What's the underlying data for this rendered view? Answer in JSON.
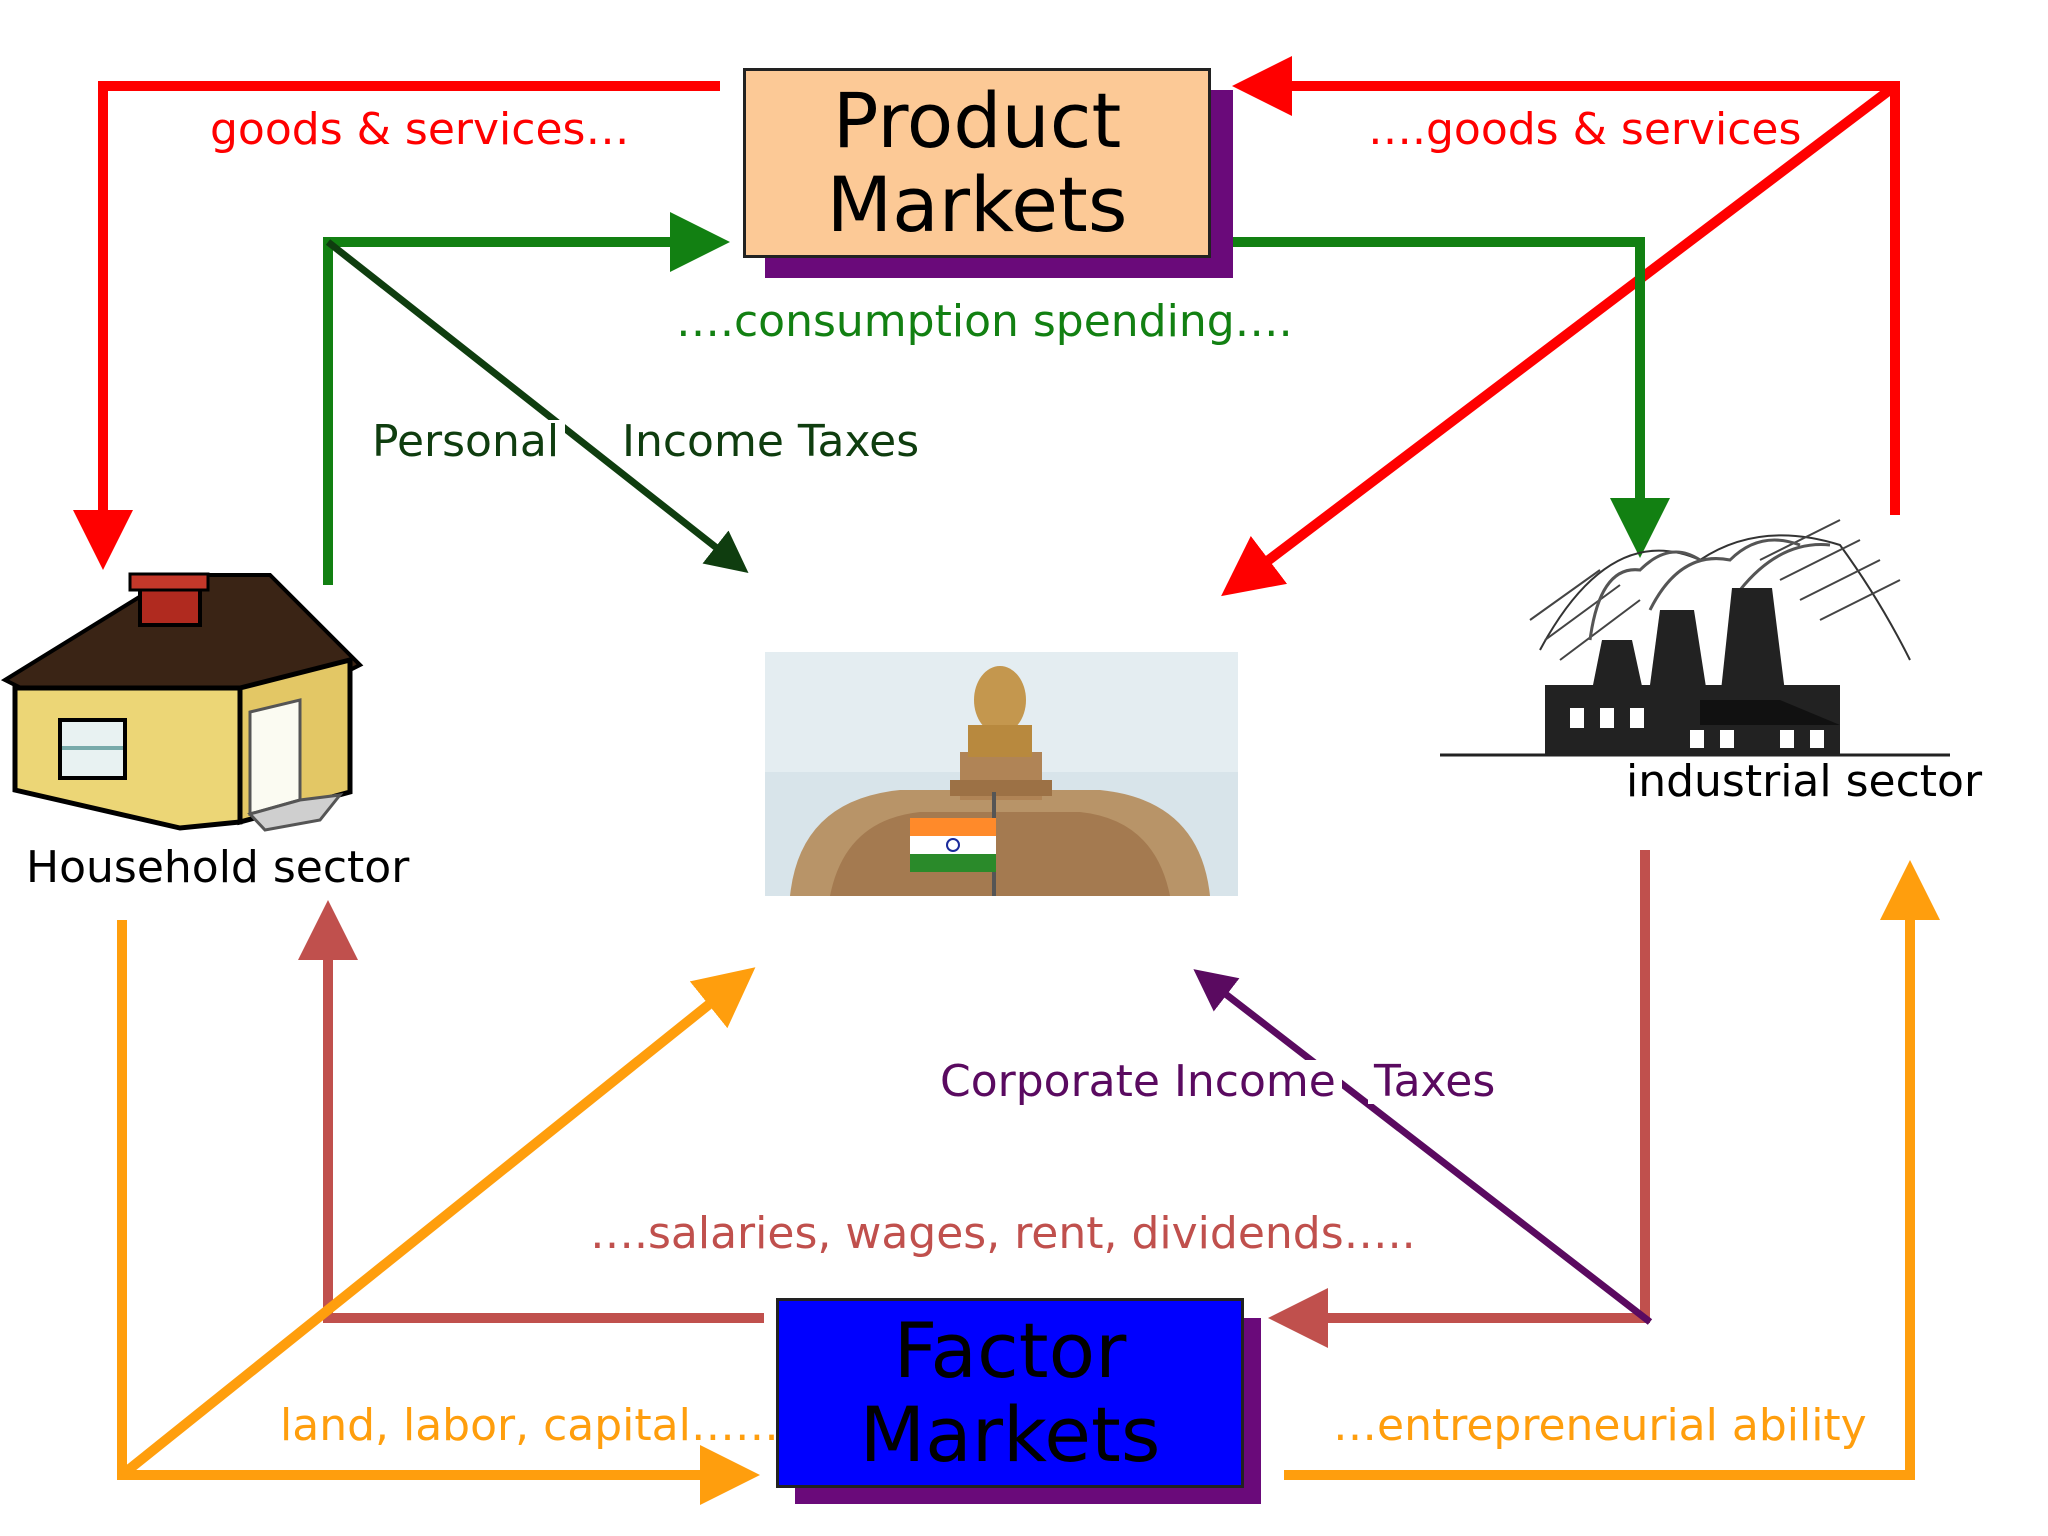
{
  "colors": {
    "goods": "#ff0000",
    "spending": "#128012",
    "personal_tax": "#0f3d0f",
    "income": "#c0504d",
    "resources": "#ff9e0d",
    "corporate_tax": "#5a0a60",
    "product_box": "#fcc996",
    "factor_box": "#0000ff",
    "box_shadow": "#6a0a7a"
  },
  "product_markets": {
    "line1": "Product",
    "line2": "Markets"
  },
  "factor_markets": {
    "line1": "Factor",
    "line2": "Markets"
  },
  "labels": {
    "goods_left": "goods & services…",
    "goods_right": "….goods & services",
    "consumption": "….consumption spending….",
    "personal": "Personal",
    "income_taxes": "Income Taxes",
    "household": "Household sector",
    "industrial": "industrial sector",
    "corporate_income": "Corporate Income",
    "taxes": "Taxes",
    "salaries": "….salaries, wages, rent, dividends…..",
    "land_labor": "land, labor, capital……",
    "entrepreneurial": "…entrepreneurial ability"
  },
  "icons": {
    "house": "house-icon",
    "factory": "factory-icon",
    "government": "government-building-icon"
  }
}
